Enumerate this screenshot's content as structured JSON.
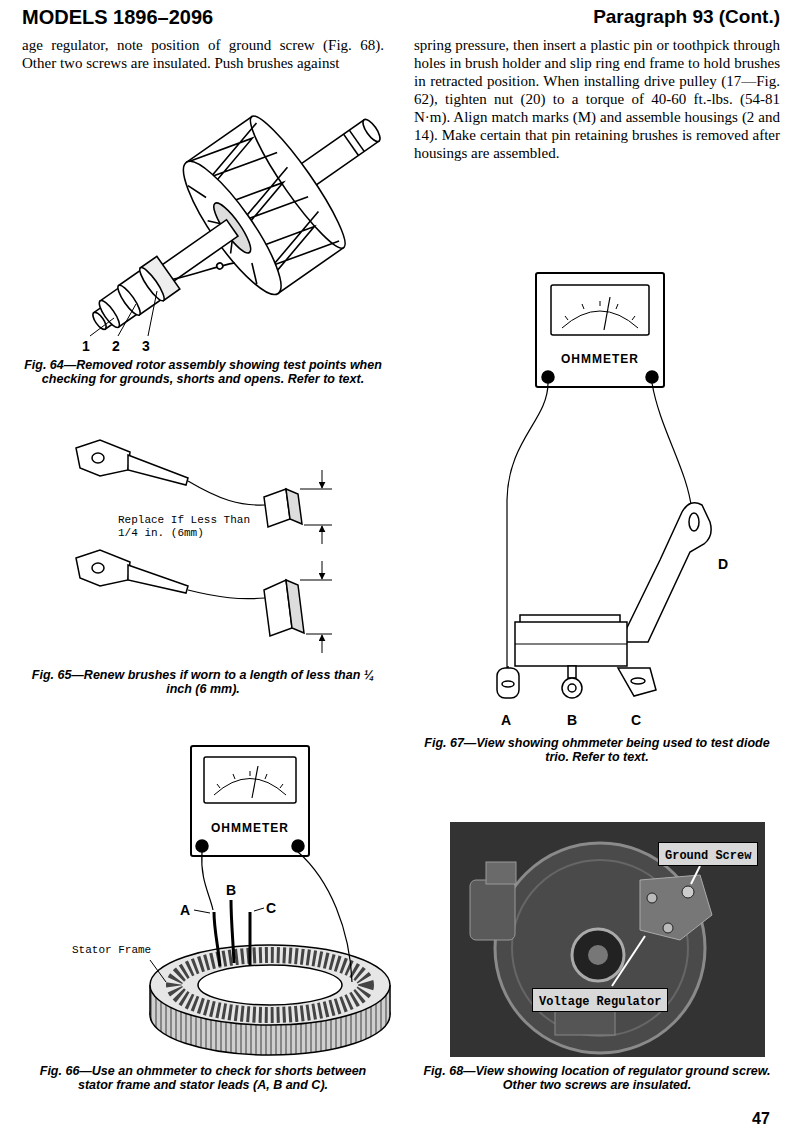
{
  "diagram": {
    "title": "MODELS 1896–2096",
    "nodes": [
      {
        "text": [
          "OHMMETER"
        ]
      },
      {
        "text": [
          "OHMMETER"
        ]
      },
      {
        "text": [
          "Ground Screw"
        ]
      },
      {
        "text": [
          "Voltage Regulator"
        ]
      }
    ],
    "labels": [
      "Paragraph 93 (Cont.)",
      "age regulator, note position of ground screw (Fig. 68). Other two screws are insulated. Push brushes against",
      "spring pressure, then insert a plastic pin or toothpick through holes in brush holder and slip ring end frame to hold brushes in retracted position. When installing drive pulley (17—Fig. 62), tighten nut (20) to a torque of 40-60 ft.-lbs. (54-81 N·m). Align match marks (M) and assemble housings (2 and 14). Make certain that pin retaining brushes is removed after housings are assembled.",
      "1",
      "2",
      "3",
      "Fig. 64—Removed rotor assembly showing test points when checking for grounds, shorts and opens. Refer to text.",
      "Replace If Less Than 1/4 in. (6mm)",
      "Fig. 65—Renew brushes if worn to a length of less than ¼ inch (6 mm).",
      "A",
      "B",
      "C",
      "Stator Frame",
      "Fig. 66—Use an ohmmeter to check for shorts between stator frame and stator leads (A, B and C).",
      "D",
      "A",
      "B",
      "C",
      "Fig. 67—View showing ohmmeter being used to test diode trio. Refer to text.",
      "Fig. 68—View showing location of regulator ground screw. Other two screws are insulated.",
      "47"
    ]
  }
}
